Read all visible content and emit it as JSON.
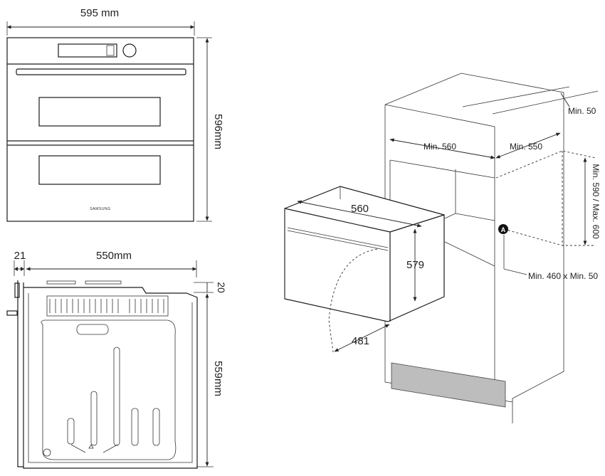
{
  "front_view": {
    "width_label": "595 mm",
    "height_label": "596mm",
    "brand": "SAMSUNG"
  },
  "side_view": {
    "front_depth_label": "21",
    "depth_label": "550mm",
    "top_offset_label": "20",
    "height_label": "559mm"
  },
  "installation": {
    "niche_width_label": "Min. 560",
    "niche_depth_label": "Min. 550",
    "top_clearance_label": "Min. 50",
    "niche_height_label": "Min. 590 / Max. 600",
    "vent_label": "Min. 460 x Min. 50",
    "marker_label": "A",
    "oven_width_label": "560",
    "oven_height_label": "579",
    "door_swing_label": "481"
  }
}
